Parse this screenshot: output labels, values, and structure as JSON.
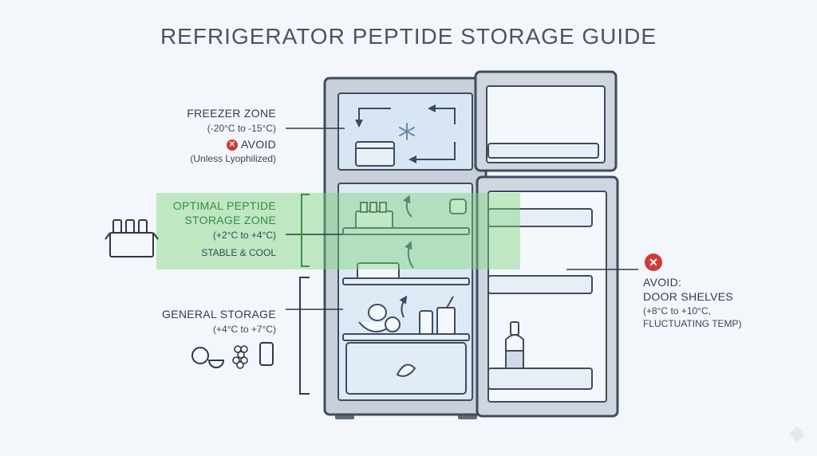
{
  "title": "REFRIGERATOR PEPTIDE STORAGE GUIDE",
  "freezer": {
    "heading": "FREEZER ZONE",
    "range": "(-20°C to -15°C)",
    "status": "AVOID",
    "note": "(Unless Lyophilized)",
    "status_color": "#cf3a3a"
  },
  "optimal": {
    "line1": "OPTIMAL PEPTIDE",
    "line2": "STORAGE ZONE",
    "range": "(+2°C to +4°C)",
    "note": "STABLE & COOL",
    "highlight_color": "#7fd47f"
  },
  "general": {
    "heading": "GENERAL STORAGE",
    "range": "(+4°C to +7°C)"
  },
  "door": {
    "line1": "AVOID:",
    "line2": "DOOR SHELVES",
    "line3": "(+8°C to +10°C,",
    "line4": "FLUCTUATING TEMP)",
    "status_color": "#cf3a3a"
  },
  "icons": {
    "snowflake": "snowflake-icon",
    "avoid": "x-circle-icon",
    "vials_box": "vial-box-icon",
    "fruit": "apple-icon",
    "grapes": "grapes-icon",
    "can": "can-icon",
    "bottle": "bottle-icon"
  }
}
